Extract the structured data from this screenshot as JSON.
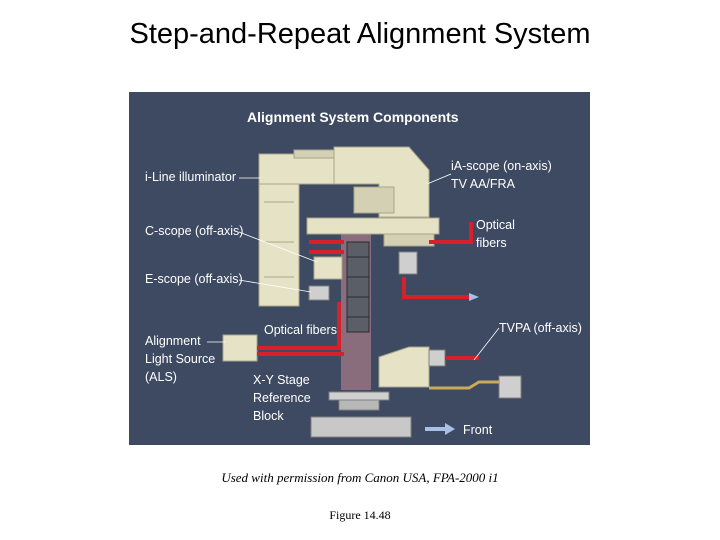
{
  "title": "Step-and-Repeat Alignment System",
  "figure": {
    "header": "Alignment System Components",
    "labels": {
      "iline": "i-Line illuminator",
      "cscope": "C-scope (off-axis)",
      "escope": "E-scope (off-axis)",
      "als_1": "Alignment",
      "als_2": "Light Source",
      "als_3": "(ALS)",
      "fibers_left": "Optical fibers",
      "iascope_1": "iA-scope (on-axis)",
      "iascope_2": "TV AA/FRA",
      "fibers_right_1": "Optical",
      "fibers_right_2": "fibers",
      "tvpa": "TVPA (off-axis)",
      "stage_1": "X-Y Stage",
      "stage_2": "Reference",
      "stage_3": "Block",
      "front": "Front"
    },
    "colors": {
      "background": "#3d4a62",
      "machine": "#e6e2c6",
      "fiber": "#d8202a",
      "beam": "#c88a92"
    }
  },
  "caption": "Used with permission from Canon USA, FPA-2000 i1",
  "figure_number": "Figure 14.48"
}
